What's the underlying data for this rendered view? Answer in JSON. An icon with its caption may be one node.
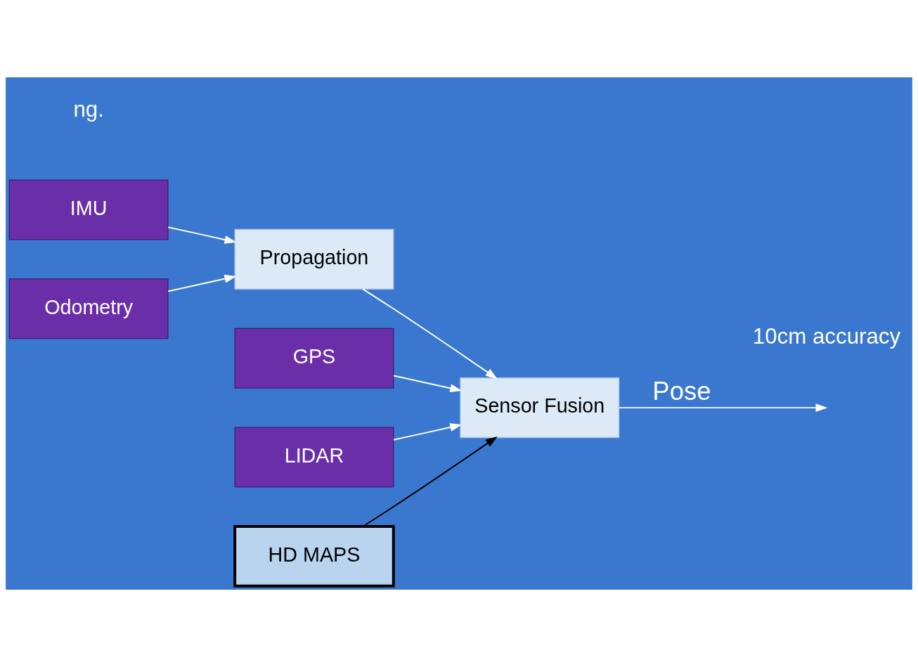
{
  "diagram": {
    "nodes": [
      {
        "text": [
          "IMU"
        ]
      },
      {
        "text": [
          "Odometry"
        ]
      },
      {
        "text": [
          "Propagation"
        ]
      },
      {
        "text": [
          "GPS"
        ]
      },
      {
        "text": [
          "LIDAR"
        ]
      },
      {
        "text": [
          "Sensor Fusion"
        ]
      },
      {
        "text": [
          "HD MAPS"
        ]
      }
    ],
    "edges": [
      {
        "from": 0,
        "to": 2,
        "arrow": "to"
      },
      {
        "from": 1,
        "to": 2,
        "arrow": "to"
      },
      {
        "from": 2,
        "to": 5,
        "arrow": "to"
      },
      {
        "from": 3,
        "to": 5,
        "arrow": "to"
      },
      {
        "from": 4,
        "to": 5,
        "arrow": "to"
      },
      {
        "from": 6,
        "to": 5,
        "arrow": "to",
        "color": "#000000"
      },
      {
        "from": 5,
        "to": null,
        "arrow": "to",
        "label": "Pose"
      }
    ],
    "labels": [
      "10cm accuracy",
      "ng."
    ]
  }
}
